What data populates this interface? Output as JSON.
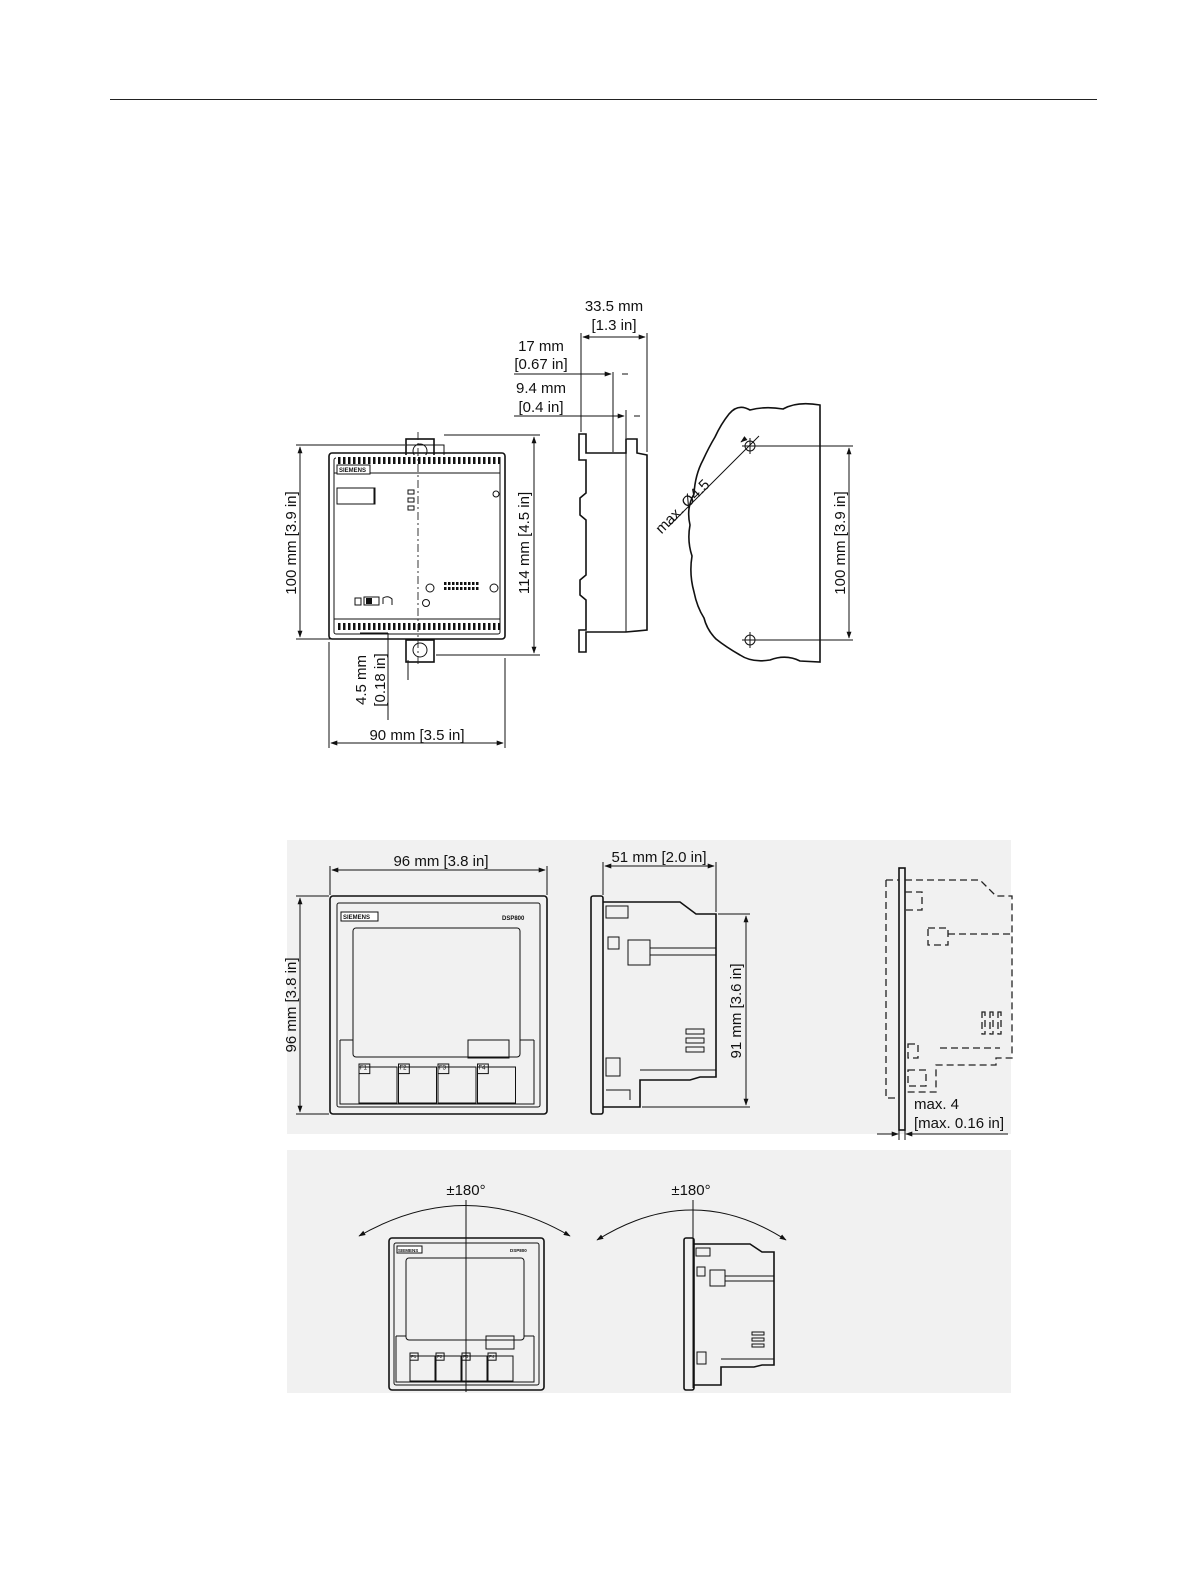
{
  "dimensions": {
    "depth_total": "33.5 mm",
    "depth_total_in": "[1.3 in]",
    "depth_mid": "17 mm",
    "depth_mid_in": "[0.67 in]",
    "depth_small": "9.4 mm",
    "depth_small_in": "[0.4 in]",
    "height_mount": "100 mm [3.9 in]",
    "height_total": "114 mm [4.5 in]",
    "offset": "4.5 mm",
    "offset_in": "[0.18 in]",
    "width": "90 mm [3.5 in]",
    "hole": "max. Ø4.5",
    "hole_spacing": "100 mm [3.9 in]",
    "panel_width": "96 mm [3.8 in]",
    "panel_height": "96 mm [3.8 in]",
    "panel_depth": "51 mm [2.0 in]",
    "panel_inner_height": "91 mm [3.6 in]",
    "wall_max": "max. 4",
    "wall_max_in": "[max. 0.16 in]",
    "rotation_front": "±180°",
    "rotation_side": "±180°"
  },
  "labels": {
    "brand": "SIEMENS",
    "display_model": "DSP800",
    "keys": [
      "F1",
      "F2",
      "F3",
      "F4"
    ]
  }
}
